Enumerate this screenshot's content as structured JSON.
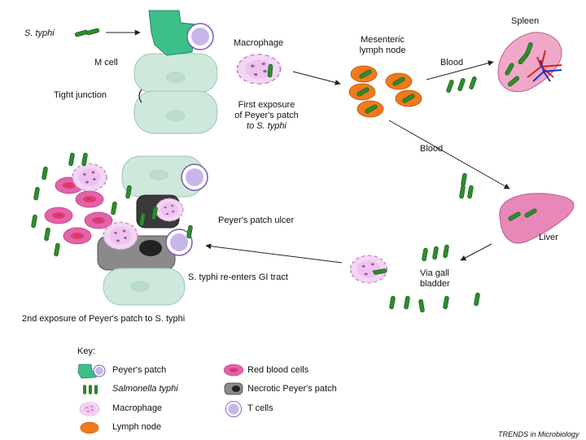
{
  "labels": {
    "s_typhi_top": "S. typhi",
    "m_cell": "M cell",
    "tight_junction": "Tight junction",
    "macrophage": "Macrophage",
    "first_exposure_1": "First exposure",
    "first_exposure_2": "of Peyer's patch",
    "first_exposure_3": "to S. typhi",
    "mesenteric_1": "Mesenteric",
    "mesenteric_2": "lymph node",
    "blood_top": "Blood",
    "spleen": "Spleen",
    "blood_mid": "Blood",
    "liver": "Liver",
    "via_gall_1": "Via gall",
    "via_gall_2": "bladder",
    "reenters": "S. typhi re-enters GI tract",
    "ulcer": "Peyer's patch ulcer",
    "second_exposure": "2nd exposure of Peyer's patch to S. typhi",
    "credit": "TRENDS in Microbiology"
  },
  "key": {
    "title": "Key:",
    "items": [
      "Peyer's patch",
      "Salmonella typhi",
      "Macrophage",
      "Lymph node",
      "Red blood cells",
      "Necrotic Peyer's patch",
      "T cells"
    ]
  },
  "colors": {
    "bacteria": "#2e8b2e",
    "m_cell": "#3dbf8a",
    "epithelium": "#cfe8dc",
    "lymph_node": "#f07a1c",
    "rbc": "#e05aa0",
    "macrophage": "#e8b8e8",
    "necrotic": "#333333",
    "t_cell": "#b9a6e0",
    "liver": "#e888b8"
  }
}
